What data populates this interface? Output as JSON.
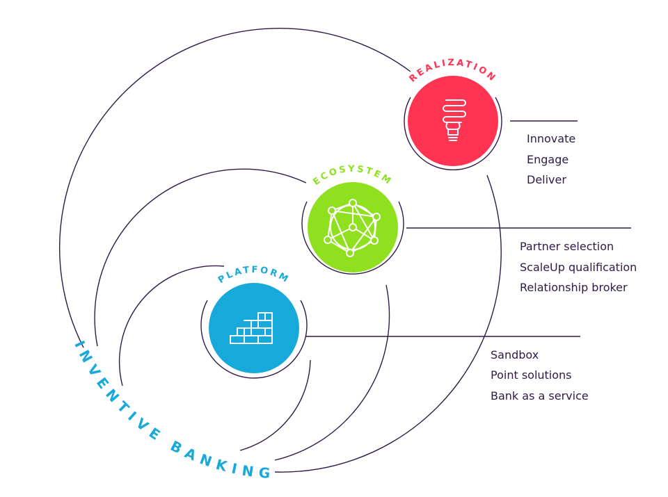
{
  "title": "INVENTIVE BANKING",
  "colors": {
    "realization": "#ff3352",
    "ecosystem": "#8fe01e",
    "platform": "#17a9d9",
    "line": "#2e1a47"
  },
  "stages": [
    {
      "label": "REALIZATION",
      "icon": "light-bulb-icon",
      "items": [
        "Innovate",
        "Engage",
        "Deliver"
      ]
    },
    {
      "label": "ECOSYSTEM",
      "icon": "network-icon",
      "items": [
        "Partner selection",
        "ScaleUp qualification",
        "Relationship broker"
      ]
    },
    {
      "label": "PLATFORM",
      "icon": "brick-stairs-icon",
      "items": [
        "Sandbox",
        "Point solutions",
        "Bank as a service"
      ]
    }
  ]
}
